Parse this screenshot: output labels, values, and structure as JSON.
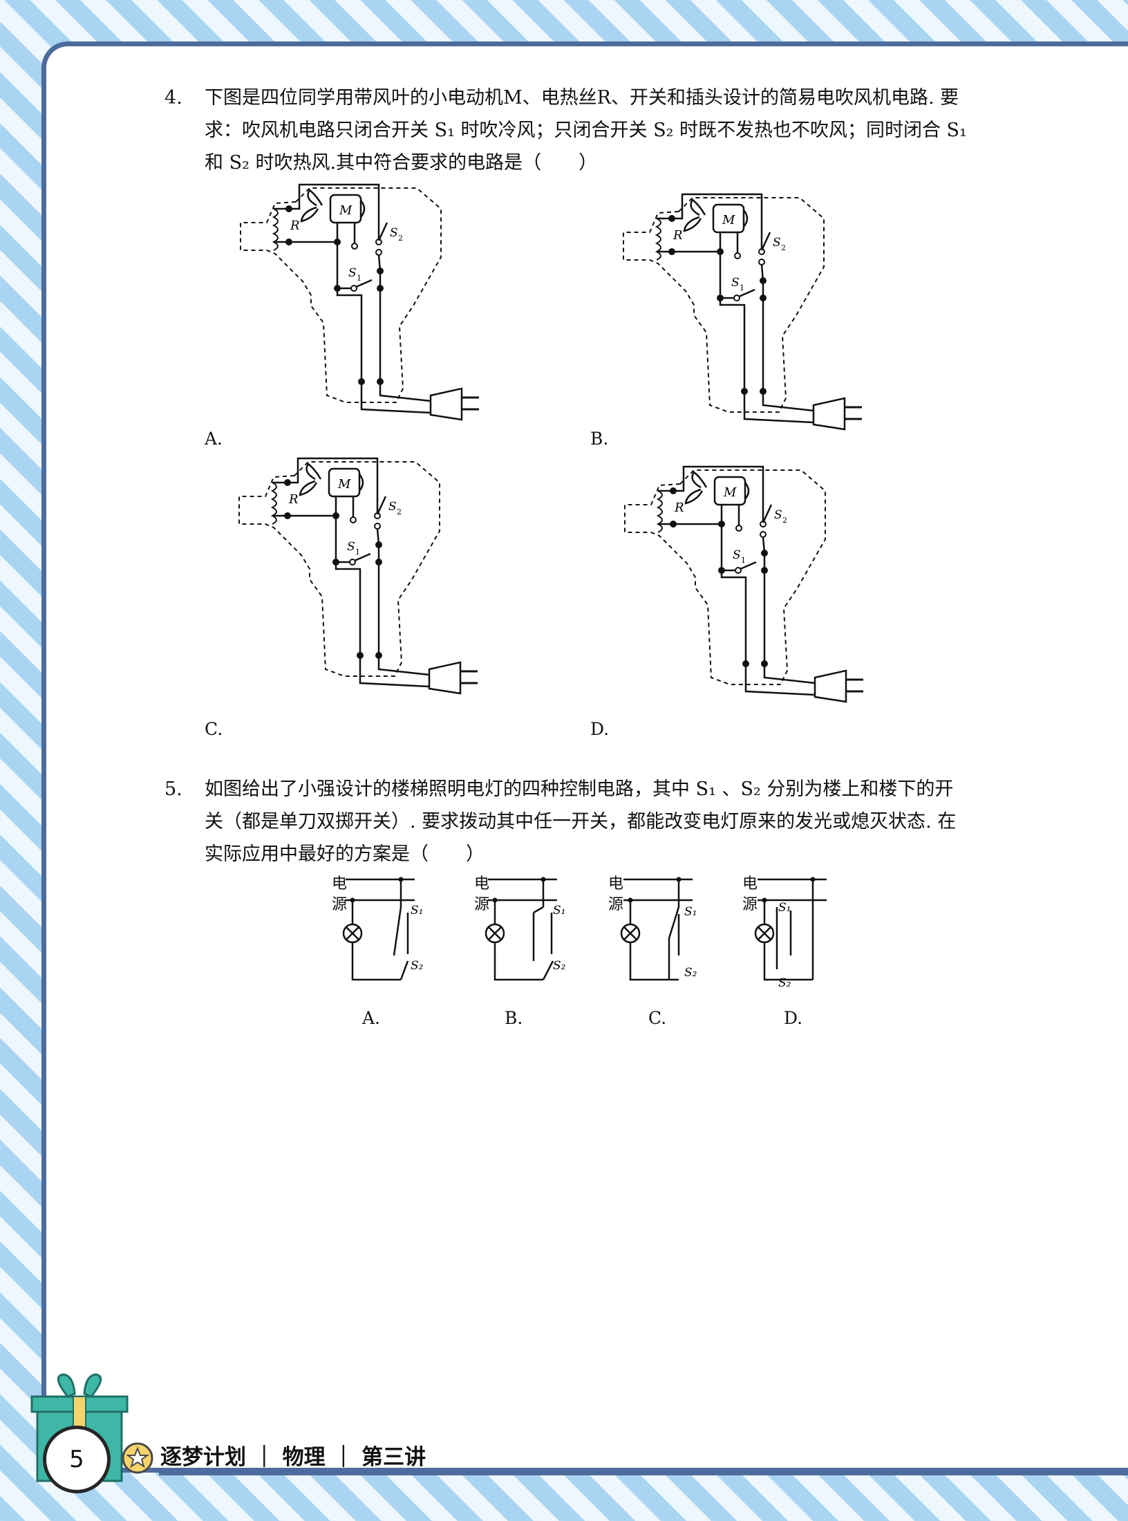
{
  "q4": {
    "num": "4.",
    "line1": "下图是四位同学用带风叶的小电动机M、电热丝R、开关和插头设计的简易电吹风机电路. 要",
    "line2": "求：吹风机电路只闭合开关 S₁ 时吹冷风；只闭合开关 S₂ 时既不发热也不吹风；同时闭合 S₁",
    "line3": "和 S₂ 时吹热风.其中符合要求的电路是（　　）",
    "options": [
      "A.",
      "B.",
      "C.",
      "D."
    ],
    "labels": {
      "motor": "M",
      "heater": "R",
      "s1": "S",
      "s1sub": "1",
      "s2": "S",
      "s2sub": "2"
    }
  },
  "q5": {
    "num": "5.",
    "line1": "如图给出了小强设计的楼梯照明电灯的四种控制电路，其中 S₁ 、S₂ 分别为楼上和楼下的开",
    "line2": "关（都是单刀双掷开关）. 要求拨动其中任一开关，都能改变电灯原来的发光或熄灭状态. 在",
    "line3": "实际应用中最好的方案是（　　）",
    "options": [
      "A.",
      "B.",
      "C.",
      "D."
    ],
    "source_top": "电",
    "source_bottom": "源"
  },
  "footer": {
    "page_number": "5",
    "text": "逐梦计划 ｜ 物理 ｜ 第三讲"
  },
  "colors": {
    "frame": "#4c6c9b",
    "stripe_light": "#eef7fd",
    "stripe_blue": "#a9d4f2",
    "gift_teal": "#3fb7a6",
    "badge_yellow": "#f6d46b"
  }
}
